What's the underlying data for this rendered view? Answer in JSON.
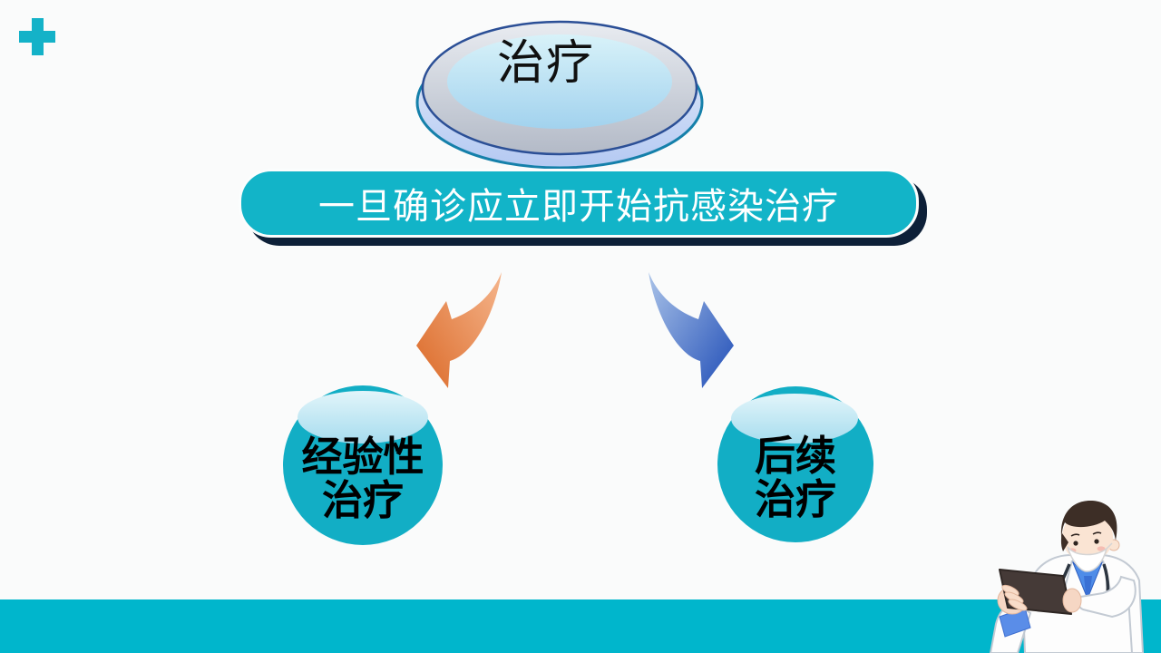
{
  "slide": {
    "background_color": "#fafbfb",
    "bottom_bar_color": "#00b6cc",
    "plus_icon_color": "#14b2c8"
  },
  "diagram": {
    "root": {
      "label": "治疗"
    },
    "banner": {
      "text": "一旦确诊应立即开始抗感染治疗",
      "fill_color": "#12b4c8",
      "shadow_color": "#0d2038",
      "text_color": "#ffffff"
    },
    "arrows": {
      "left": {
        "direction": "down-left",
        "color_dark": "#dd6f2f",
        "color_light": "#f5b58c"
      },
      "right": {
        "direction": "down-right",
        "color_dark": "#2b57bb",
        "color_light": "#a9c2e8"
      }
    },
    "branches": [
      {
        "line1": "经验性",
        "line2": "治疗",
        "fill_color": "#12aec5"
      },
      {
        "line1": "后续",
        "line2": "治疗",
        "fill_color": "#12aec5"
      }
    ]
  },
  "illustration": {
    "label": "doctor-with-tablet"
  }
}
